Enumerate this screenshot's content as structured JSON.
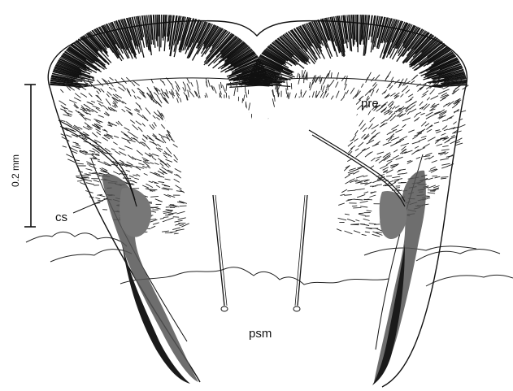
{
  "labels": {
    "pre": "pre",
    "cs": "cs",
    "psm": "psm"
  },
  "scale_bar": {
    "text": "0.2 mm"
  },
  "colors": {
    "ink": "#111111",
    "stipple": "#555555",
    "background": "#ffffff"
  }
}
